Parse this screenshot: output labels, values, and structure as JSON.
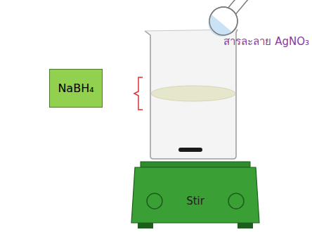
{
  "diagram": {
    "nodes": [
      {
        "text": [
          "NaBH₄"
        ]
      },
      {
        "text": [
          "Stir"
        ]
      }
    ],
    "labels": [
      "สารละลาย AgNO₃"
    ]
  }
}
